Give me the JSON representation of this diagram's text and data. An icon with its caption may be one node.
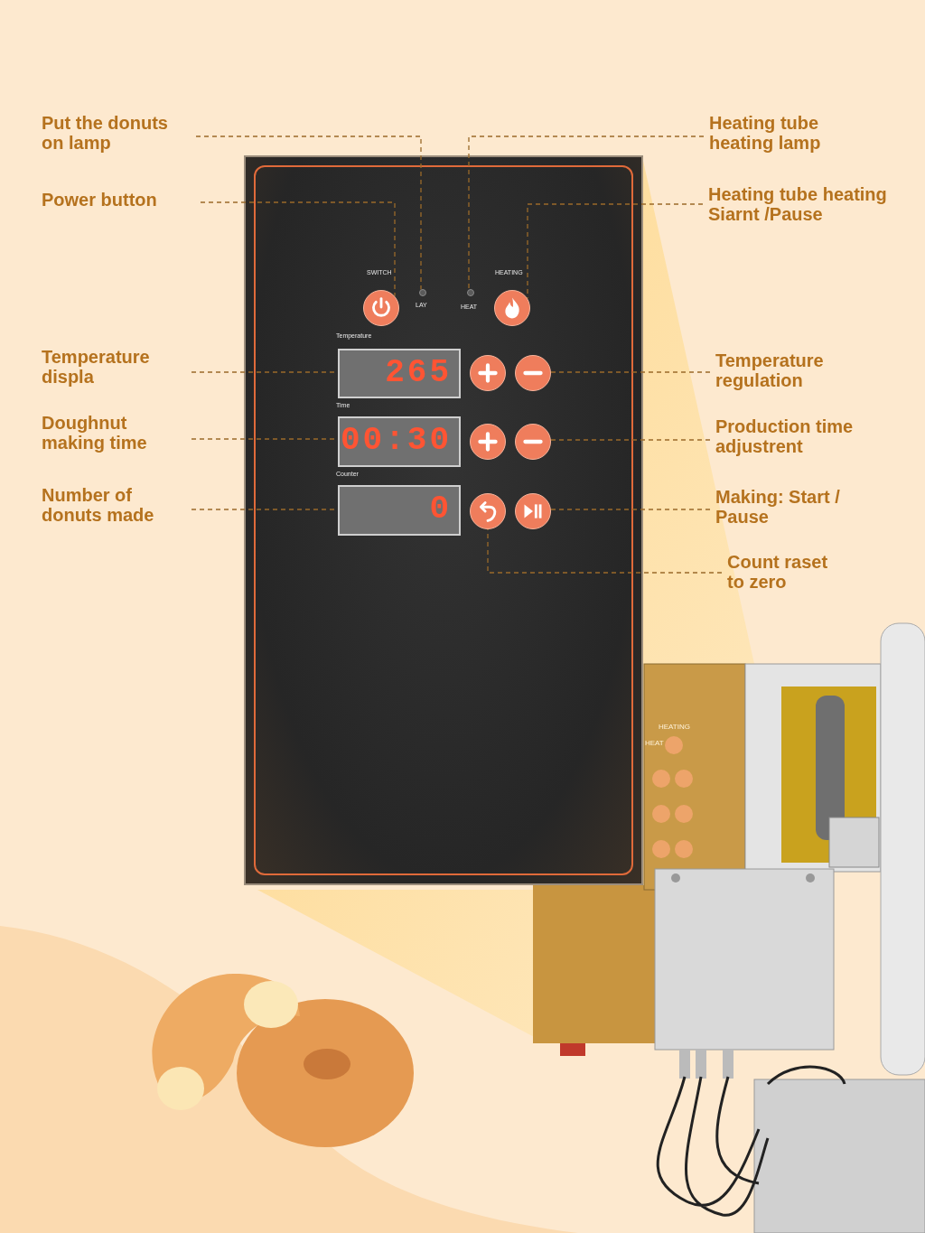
{
  "diagram": {
    "nodes": [
      {
        "text": [
          "Put the donuts on lamp"
        ]
      },
      {
        "text": [
          "Heating tube heating lamp"
        ]
      },
      {
        "text": [
          "Power button"
        ]
      },
      {
        "text": [
          "Heating tube heating Siarnt /Pause"
        ]
      },
      {
        "text": [],
        "shape": "box"
      },
      {
        "text": [],
        "shape": "circle",
        "in": 4
      },
      {
        "text": [],
        "shape": "circle",
        "in": 4
      },
      {
        "text": [],
        "shape": "circle",
        "in": 4
      },
      {
        "text": [],
        "shape": "circle",
        "in": 4
      },
      {
        "text": [
          "Temperature displa"
        ]
      },
      {
        "text": [
          "265"
        ],
        "in": 4
      },
      {
        "text": [],
        "shape": "circle",
        "in": 4
      },
      {
        "text": [],
        "shape": "circle",
        "in": 4
      },
      {
        "text": [
          "Temperature regulation"
        ]
      },
      {
        "text": [
          "Doughnut making time"
        ]
      },
      {
        "text": [
          "00:30"
        ],
        "in": 4
      },
      {
        "text": [],
        "shape": "circle",
        "in": 4
      },
      {
        "text": [],
        "shape": "circle",
        "in": 4
      },
      {
        "text": [
          "Production time adjustrent"
        ]
      },
      {
        "text": [
          "Number of donuts made"
        ]
      },
      {
        "text": [
          "0"
        ],
        "in": 4
      },
      {
        "text": [],
        "shape": "circle",
        "in": 4
      },
      {
        "text": [],
        "shape": "circle",
        "in": 4
      },
      {
        "text": [
          "Making: Start / Pause"
        ]
      },
      {
        "text": [
          "Count raset to zero"
        ]
      }
    ],
    "edges": [
      {
        "from": 0,
        "to": 6,
        "arrow": "none",
        "style": "dashed"
      },
      {
        "from": 1,
        "to": 7,
        "arrow": "none",
        "style": "dashed"
      },
      {
        "from": 2,
        "to": 5,
        "arrow": "none",
        "style": "dashed"
      },
      {
        "from": 3,
        "to": 8,
        "arrow": "none",
        "style": "dashed"
      },
      {
        "from": 9,
        "to": 10,
        "arrow": "none",
        "style": "dashed"
      },
      {
        "from": 13,
        "to": 12,
        "arrow": "none",
        "style": "dashed"
      },
      {
        "from": 14,
        "to": 15,
        "arrow": "none",
        "style": "dashed"
      },
      {
        "from": 18,
        "to": 17,
        "arrow": "none",
        "style": "dashed"
      },
      {
        "from": 19,
        "to": 20,
        "arrow": "none",
        "style": "dashed"
      },
      {
        "from": 23,
        "to": 22,
        "arrow": "none",
        "style": "dashed"
      },
      {
        "from": 24,
        "to": 21,
        "arrow": "none",
        "style": "dashed"
      }
    ],
    "labels": [
      "SWITCH",
      "LAY",
      "HEAT",
      "HEATING",
      "Temperature",
      "Time",
      "Counter",
      "HEATING",
      "HEAT"
    ]
  }
}
